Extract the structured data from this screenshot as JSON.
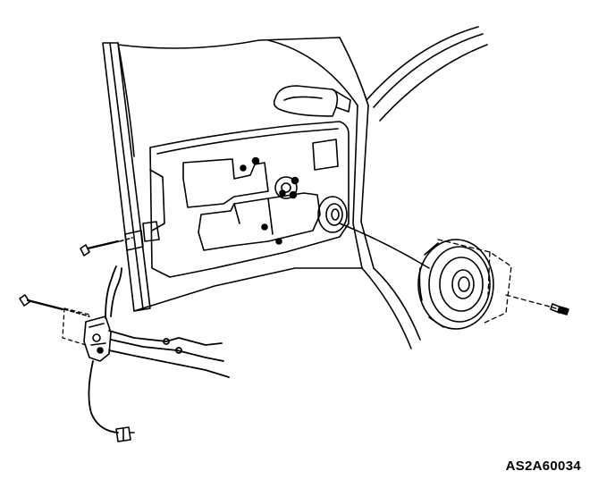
{
  "figure": {
    "reference_code": "AS2A60034"
  },
  "parts": [
    {
      "name": "door-frame",
      "icon": "car-door-frame-icon"
    },
    {
      "name": "door-inner-panel",
      "icon": "door-panel-icon"
    },
    {
      "name": "side-mirror",
      "icon": "side-mirror-icon"
    },
    {
      "name": "door-speaker",
      "icon": "speaker-icon"
    },
    {
      "name": "speaker-screw",
      "icon": "screw-icon"
    },
    {
      "name": "lock-actuator-screw",
      "icon": "screw-icon"
    },
    {
      "name": "door-lock-actuator",
      "icon": "lock-actuator-icon"
    },
    {
      "name": "lock-link-rods",
      "icon": "rod-icon"
    },
    {
      "name": "wiring-harness-connector",
      "icon": "connector-icon"
    }
  ],
  "style": {
    "line_color": "#000000",
    "background": "#ffffff"
  }
}
